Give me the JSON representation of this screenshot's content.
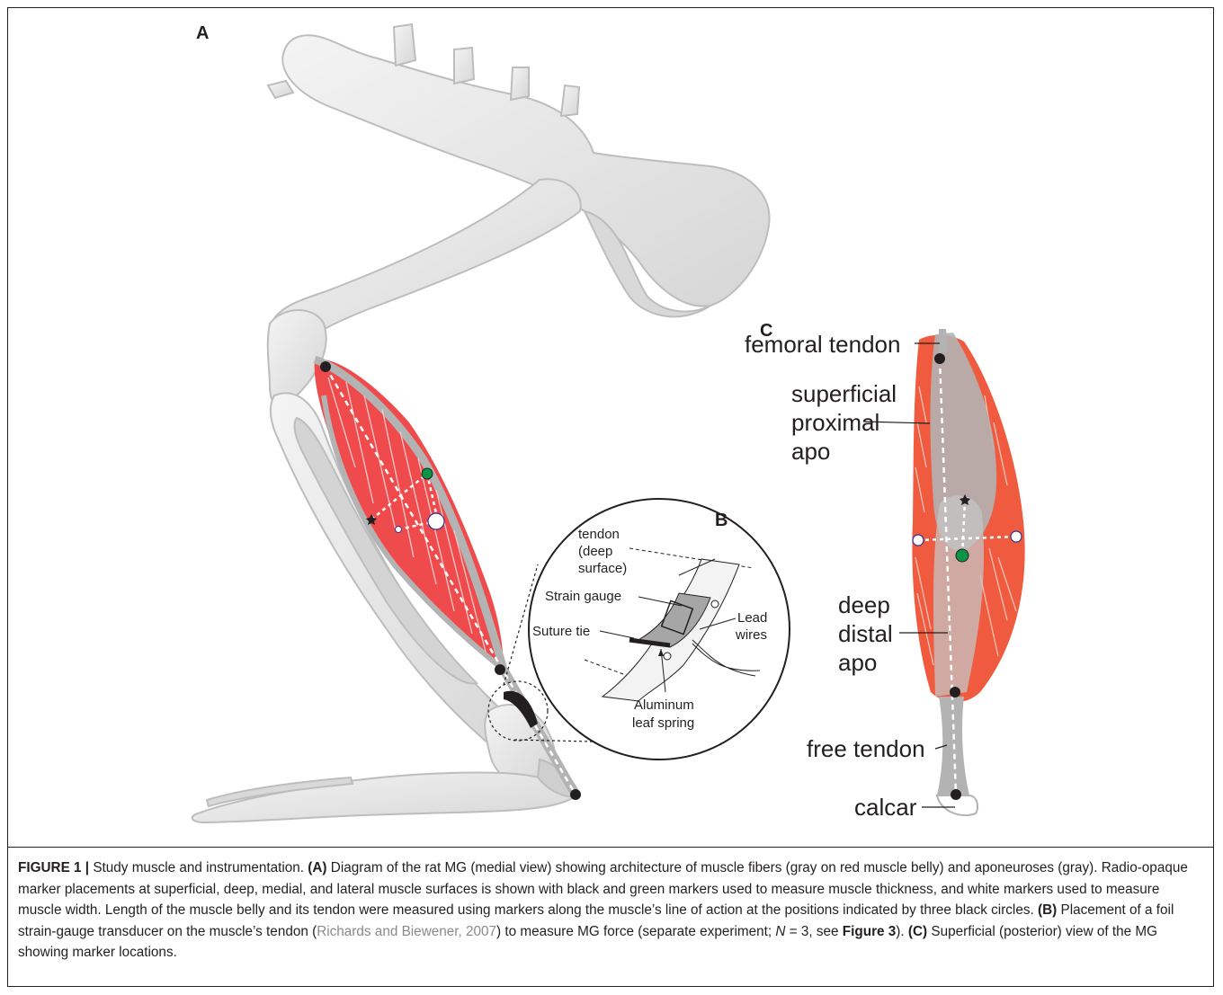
{
  "panels": {
    "a": "A",
    "b": "B",
    "c": "C"
  },
  "panel_b": {
    "tendon": "tendon",
    "deep": "(deep",
    "surface": "surface)",
    "strain_gauge": "Strain gauge",
    "lead": "Lead",
    "wires": "wires",
    "suture_tie": "Suture tie",
    "aluminum": "Aluminum",
    "leaf_spring": "leaf spring"
  },
  "panel_c": {
    "femoral_tendon": "femoral tendon",
    "superficial": "superficial",
    "proximal": "proximal",
    "apo_1": "apo",
    "deep": "deep",
    "distal": "distal",
    "apo_2": "apo",
    "free_tendon": "free tendon",
    "calcar": "calcar"
  },
  "caption": {
    "figure_label": "FIGURE 1 |",
    "t1": " Study muscle and instrumentation. ",
    "a_ref": "(A)",
    "t2": " Diagram of the rat MG (medial view) showing architecture of muscle fibers (gray on red muscle belly) and aponeuroses (gray). Radio-opaque marker placements at superficial, deep, medial, and lateral muscle surfaces is shown with black and green markers used to measure muscle thickness, and white markers used to measure muscle width. Length of the muscle belly and its tendon were measured using markers along the muscle’s line of action at the positions indicated by three black circles. ",
    "b_ref": "(B)",
    "t3": " Placement of a foil strain-gauge transducer on the muscle’s tendon (",
    "citation": "Richards and Biewener, 2007",
    "t4": ") to measure MG force (separate experiment; ",
    "n_var": "N",
    "t5": " = 3, see ",
    "fig3_ref": "Figure 3",
    "t6": "). ",
    "c_ref": "(C)",
    "t7": " Superficial (posterior) view of the MG showing marker locations."
  },
  "colors": {
    "muscle_red": "#ef4b4d",
    "muscle_red_c": "#f05a3e",
    "aponeurosis_gray": "#b3b3b3",
    "bone_fill": "#e9e9e9",
    "bone_shade": "#c9c9c9",
    "marker_black": "#231f20",
    "marker_green": "#0b9444",
    "marker_white": "#ffffff",
    "marker_white_edge": "#2e3192"
  }
}
